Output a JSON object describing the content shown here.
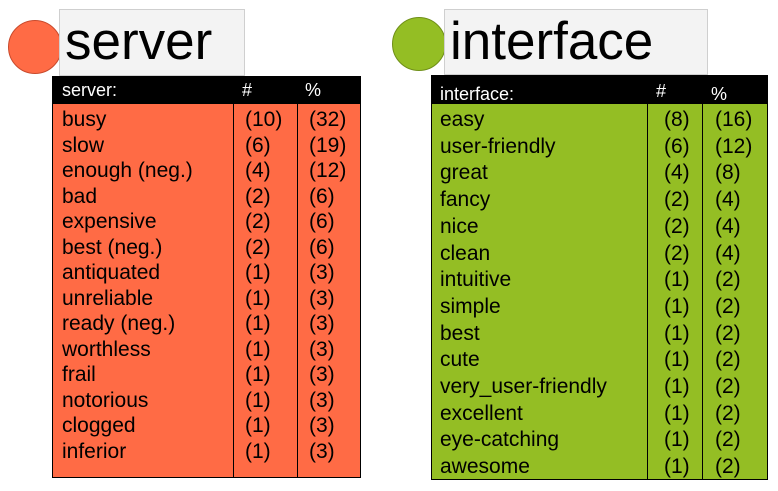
{
  "colors": {
    "server": "#ff6b45",
    "interface": "#94be24"
  },
  "server": {
    "title": "server",
    "header": {
      "label": "server:",
      "count": "#",
      "percent": "%"
    },
    "rows": [
      {
        "word": "busy",
        "count": "(10)",
        "percent": "(32)"
      },
      {
        "word": "slow",
        "count": "(6)",
        "percent": "(19)"
      },
      {
        "word": "enough (neg.)",
        "count": "(4)",
        "percent": "(12)"
      },
      {
        "word": "bad",
        "count": "(2)",
        "percent": "(6)"
      },
      {
        "word": "expensive",
        "count": "(2)",
        "percent": "(6)"
      },
      {
        "word": "best (neg.)",
        "count": "(2)",
        "percent": "(6)"
      },
      {
        "word": "antiquated",
        "count": "(1)",
        "percent": "(3)"
      },
      {
        "word": "unreliable",
        "count": "(1)",
        "percent": "(3)"
      },
      {
        "word": "ready (neg.)",
        "count": "(1)",
        "percent": "(3)"
      },
      {
        "word": "worthless",
        "count": "(1)",
        "percent": "(3)"
      },
      {
        "word": "frail",
        "count": "(1)",
        "percent": "(3)"
      },
      {
        "word": "notorious",
        "count": "(1)",
        "percent": "(3)"
      },
      {
        "word": "clogged",
        "count": "(1)",
        "percent": "(3)"
      },
      {
        "word": "inferior",
        "count": "(1)",
        "percent": "(3)"
      }
    ]
  },
  "interface": {
    "title": "interface",
    "header": {
      "label": "interface:",
      "count": "#",
      "percent": "%"
    },
    "rows": [
      {
        "word": "easy",
        "count": "(8)",
        "percent": "(16)"
      },
      {
        "word": "user-friendly",
        "count": "(6)",
        "percent": "(12)"
      },
      {
        "word": "great",
        "count": "(4)",
        "percent": "(8)"
      },
      {
        "word": "fancy",
        "count": "(2)",
        "percent": "(4)"
      },
      {
        "word": "nice",
        "count": "(2)",
        "percent": "(4)"
      },
      {
        "word": "clean",
        "count": "(2)",
        "percent": "(4)"
      },
      {
        "word": "intuitive",
        "count": "(1)",
        "percent": "(2)"
      },
      {
        "word": "simple",
        "count": "(1)",
        "percent": "(2)"
      },
      {
        "word": "best",
        "count": "(1)",
        "percent": "(2)"
      },
      {
        "word": "cute",
        "count": "(1)",
        "percent": "(2)"
      },
      {
        "word": "very_user-friendly",
        "count": "(1)",
        "percent": "(2)"
      },
      {
        "word": "excellent",
        "count": "(1)",
        "percent": "(2)"
      },
      {
        "word": "eye-catching",
        "count": "(1)",
        "percent": "(2)"
      },
      {
        "word": "awesome",
        "count": "(1)",
        "percent": "(2)"
      }
    ]
  }
}
